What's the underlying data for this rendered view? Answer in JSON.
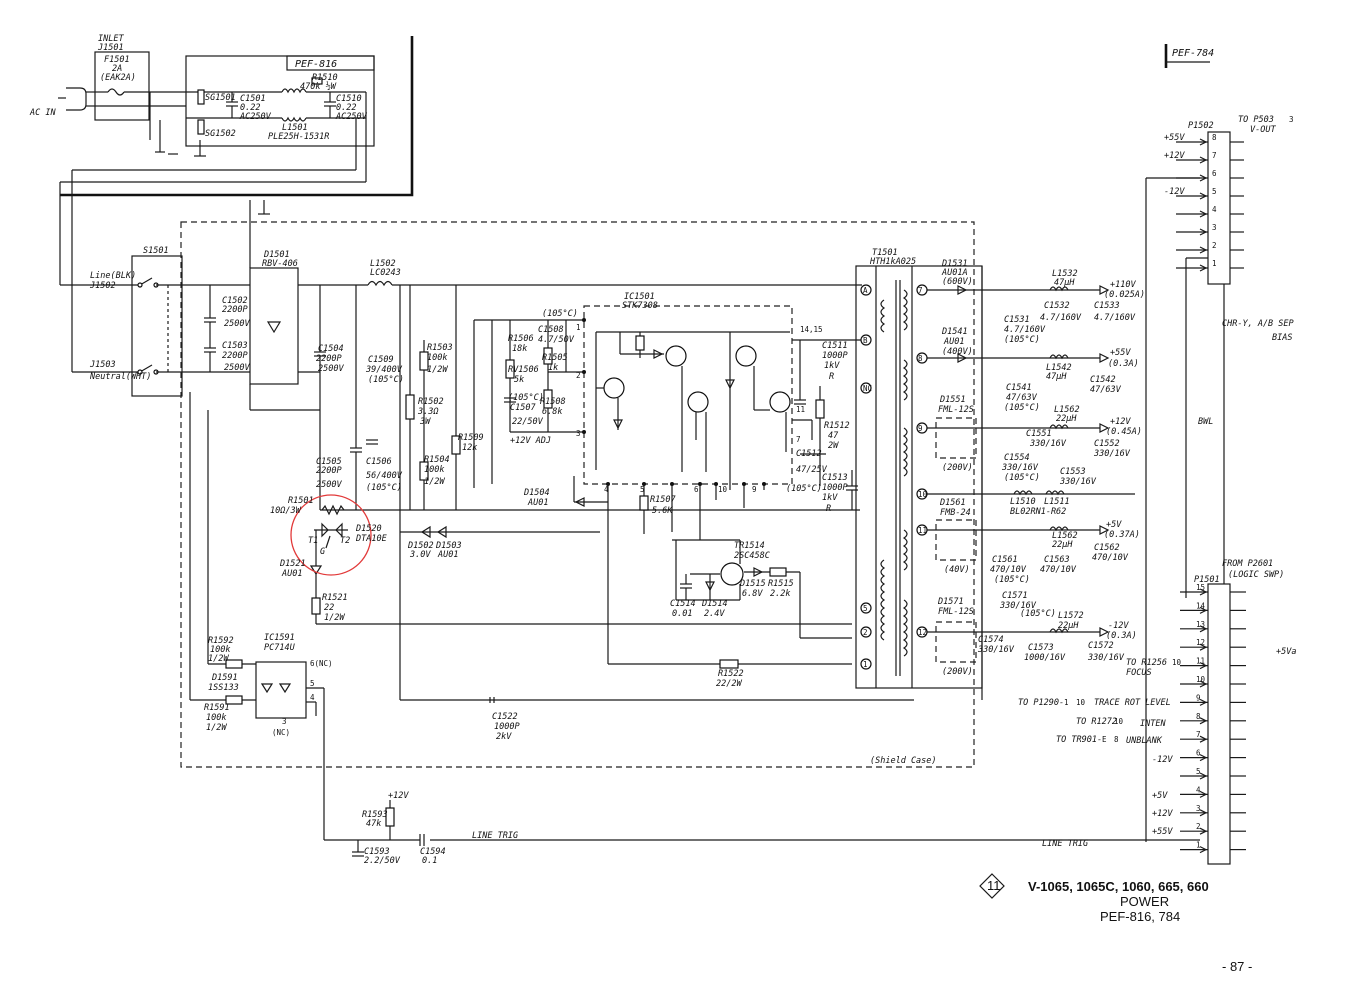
{
  "title": {
    "models": "V-1065, 1065C, 1060, 665, 660",
    "section": "POWER",
    "boards": "PEF-816, 784",
    "diagram_no": "11"
  },
  "page_number": "- 87 -",
  "boards": {
    "pef816": "PEF-816",
    "pef784": "PEF-784",
    "shield": "(Shield Case)"
  },
  "input": {
    "inlet": "INLET",
    "inlet_ref": "J1501",
    "ac_in": "AC IN",
    "fuse": [
      "F1501",
      "2A",
      "(EAK2A)"
    ],
    "sg1501": "SG1501",
    "sg1502": "SG1502",
    "c1501": [
      "C1501",
      "0.22",
      "AC250V"
    ],
    "c1510": [
      "C1510",
      "0.22",
      "AC250V"
    ],
    "r1510": [
      "R1510",
      "470k ½W"
    ],
    "l1501": [
      "L1501",
      "PLE25H-1531R"
    ]
  },
  "switch": {
    "ref": "S1501",
    "line": "Line(BLK)",
    "j1502": "J1502",
    "neutral": "Neutral(WHT)",
    "j1503": "J1503"
  },
  "primary": {
    "d1501": [
      "D1501",
      "RBV-406"
    ],
    "l1502": [
      "L1502",
      "LC0243"
    ],
    "c1502": [
      "C1502",
      "2200P",
      "2500V"
    ],
    "c1503": [
      "C1503",
      "2200P",
      "2500V"
    ],
    "c1504": [
      "C1504",
      "2200P",
      "2500V"
    ],
    "c1505": [
      "C1505",
      "2200P",
      "2500V"
    ],
    "c1506": [
      "C1506",
      "56/400V",
      "(105°C)"
    ],
    "c1509": [
      "C1509",
      "39/400V",
      "(105°C)"
    ],
    "r1501": [
      "R1501",
      "10Ω/3W"
    ],
    "d1520": [
      "D1520",
      "DTA10E"
    ],
    "triac": [
      "T1",
      "T2",
      "G"
    ],
    "d1521": [
      "D1521",
      "AU01"
    ],
    "r1521": [
      "R1521",
      "22",
      "1/2W"
    ],
    "r1503": [
      "R1503",
      "100k",
      "1/2W"
    ],
    "r1502": [
      "R1502",
      "3.3Ω",
      "3W"
    ],
    "r1509": [
      "R1509",
      "12k"
    ],
    "r1504": [
      "R1504",
      "100k",
      "1/2W"
    ],
    "d1502": [
      "D1502",
      "3.0V"
    ],
    "d1503": [
      "D1503",
      "AU01"
    ]
  },
  "ic1501": {
    "ref": "IC1501",
    "part": "STK7308",
    "r1506": [
      "R1506",
      "18k"
    ],
    "vr1506": [
      "RV1506",
      "5k"
    ],
    "c1508": [
      "C1508",
      "4.7/50V"
    ],
    "r1505": [
      "R1505",
      "1k"
    ],
    "c1507": [
      "C1507",
      "22/50V"
    ],
    "r1508": [
      "R1508",
      "6.8k"
    ],
    "temp": "(105°C)",
    "adj": "+12V ADJ",
    "d1504": [
      "D1504",
      "AU01"
    ],
    "r1507": [
      "R1507",
      "5.6K"
    ],
    "pins": [
      "1",
      "2",
      "3",
      "4",
      "5",
      "6",
      "7",
      "10",
      "9",
      "11",
      "14,15"
    ],
    "c1511": [
      "C1511",
      "1000P",
      "1kV"
    ],
    "c1512": [
      "C1512",
      "47/25V",
      "(105°C)"
    ],
    "r1512": [
      "R1512",
      "47",
      "2W"
    ],
    "c1513": [
      "C1513",
      "1000P",
      "1kV"
    ],
    "r_mark": "R"
  },
  "tr1514": {
    "ref": "TR1514",
    "part": "2SC458C",
    "c1514": [
      "C1514",
      "0.01"
    ],
    "d1514": [
      "D1514",
      "2.4V"
    ],
    "d1515": [
      "D1515",
      "6.8V"
    ],
    "r1515": [
      "R1515",
      "2.2k"
    ],
    "r1522": [
      "R1522",
      "22/2W"
    ],
    "c1522": [
      "C1522",
      "1000P",
      "2kV"
    ]
  },
  "ic1591": {
    "ref": "IC1591",
    "part": "PC714U",
    "r1592": [
      "R1592",
      "100k",
      "1/2W"
    ],
    "d1591": [
      "D1591",
      "1SS133"
    ],
    "r1591": [
      "R1591",
      "100k",
      "1/2W"
    ],
    "pin6": "6(NC)",
    "pin3": "3",
    "nc": "(NC)",
    "pin5": "5",
    "pin4": "4",
    "r1593": [
      "R1593",
      "47k"
    ],
    "v12": "+12V",
    "c1593": [
      "C1593",
      "2.2/50V"
    ],
    "c1594": [
      "C1594",
      "0.1"
    ],
    "line_trig": "LINE TRIG"
  },
  "transformer": {
    "ref": "T1501",
    "part": "HTH1kA025",
    "primary_pins": [
      "A",
      "B",
      "NC",
      "5",
      "2",
      "1"
    ],
    "secondary_pins": [
      "7",
      "8",
      "9",
      "10",
      "11",
      "12"
    ]
  },
  "outputs": {
    "d1531": [
      "D1531",
      "AU01A",
      "(600V)"
    ],
    "l1532": [
      "L1532",
      "47μH"
    ],
    "c1531": [
      "C1531",
      "4.7/160V",
      "(105°C)"
    ],
    "c1532": [
      "C1532",
      "4.7/160V"
    ],
    "c1533": [
      "C1533",
      "4.7/160V"
    ],
    "v110": [
      "+110V",
      "(0.025A)"
    ],
    "d1541": [
      "D1541",
      "AU01",
      "(400V)"
    ],
    "l1542": [
      "L1542",
      "47μH"
    ],
    "c1541": [
      "C1541",
      "47/63V",
      "(105°C)"
    ],
    "c1542": [
      "C1542",
      "47/63V"
    ],
    "v55": [
      "+55V",
      "(0.3A)"
    ],
    "d1551": [
      "D1551",
      "FML-12S",
      "(200V)"
    ],
    "l1562": [
      "L1562",
      "22μH"
    ],
    "c1551": [
      "C1551",
      "330/16V"
    ],
    "c1552": [
      "C1552",
      "330/16V"
    ],
    "c1554": [
      "C1554",
      "330/16V",
      "(105°C)"
    ],
    "c1553": [
      "C1553",
      "330/16V"
    ],
    "v12p": [
      "+12V",
      "(0.45A)"
    ],
    "l1510": "L1510",
    "l1511": "L1511",
    "bl02": "BL02RN1-R62",
    "d1561": [
      "D1561",
      "FMB-24",
      "(40V)"
    ],
    "l1562b": [
      "L1562",
      "22μH"
    ],
    "c1561": [
      "C1561",
      "470/10V",
      "(105°C)"
    ],
    "c1562": [
      "C1562",
      "470/10V"
    ],
    "c1563": [
      "C1563",
      "470/10V"
    ],
    "v5": [
      "+5V",
      "(0.37A)"
    ],
    "d1571": [
      "D1571",
      "FML-12S",
      "(200V)"
    ],
    "l1572": [
      "L1572",
      "22μH"
    ],
    "c1571": [
      "C1571",
      "330/16V",
      "(105°C)"
    ],
    "c1574": [
      "C1574",
      "330/16V"
    ],
    "c1573": [
      "C1573",
      "1000/16V"
    ],
    "c1572": [
      "C1572",
      "330/16V"
    ],
    "v12n": [
      "-12V",
      "(0.3A)"
    ]
  },
  "connectors": {
    "p1502": {
      "ref": "P1502",
      "to": "TO P503",
      "to_num": "3",
      "vout": "V-OUT",
      "labels": [
        "+55V",
        "+12V",
        "",
        "-12V",
        "",
        "",
        "",
        ""
      ],
      "pins": [
        "8",
        "7",
        "6",
        "5",
        "4",
        "3",
        "2",
        "1"
      ]
    },
    "chr": [
      "CHR-Y, A/B SEP",
      "BIAS"
    ],
    "bwl": "BWL",
    "p1501": {
      "ref": "P1501",
      "from": "FROM P2601",
      "logic": "(LOGIC SWP)",
      "pins": [
        "15",
        "14",
        "13",
        "12",
        "11",
        "10",
        "9",
        "8",
        "7",
        "6",
        "5",
        "4",
        "3",
        "2",
        "1"
      ],
      "v5a": "+5Va",
      "focus": [
        "TO R1256",
        "FOCUS"
      ],
      "focus_num": "10",
      "trace": [
        "TO P1290-",
        "TRACE ROT LEVEL"
      ],
      "trace_nums": [
        "1",
        "10"
      ],
      "inten": [
        "TO R1272",
        "INTEN"
      ],
      "inten_num": "10",
      "unblank": [
        "TO TR901-",
        "UNBLANK"
      ],
      "unblank_nums": [
        "E",
        "8"
      ],
      "left": [
        "-12V",
        "+5V",
        "+12V",
        "+55V"
      ],
      "line_trig": "LINE TRIG"
    }
  }
}
